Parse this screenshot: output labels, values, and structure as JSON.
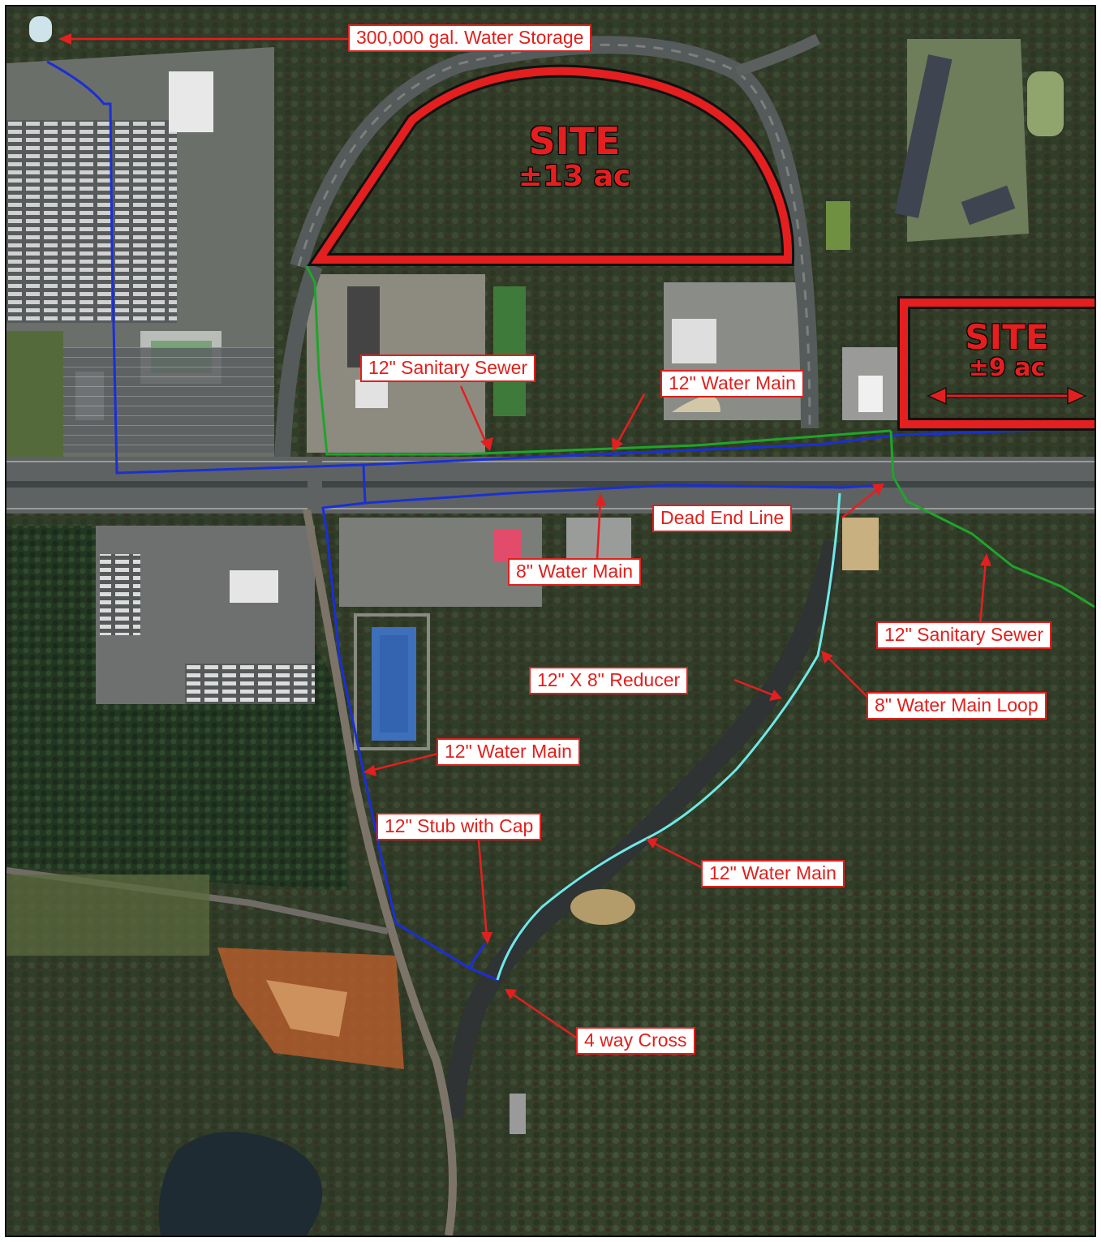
{
  "sites": [
    {
      "name": "SITE",
      "area": "±13 ac"
    },
    {
      "name": "SITE",
      "area": "±9 ac"
    }
  ],
  "callouts": {
    "water_storage": "300,000 gal. Water Storage",
    "sanitary_sewer_north": "12\" Sanitary Sewer",
    "water_main_north": "12\" Water Main",
    "dead_end_line": "Dead End Line",
    "water_main_8": "8\" Water Main",
    "sanitary_sewer_east": "12\" Sanitary Sewer",
    "reducer": "12\" X 8\" Reducer",
    "water_main_loop": "8\" Water Main Loop",
    "water_main_west": "12\" Water Main",
    "stub_with_cap": "12\" Stub with Cap",
    "water_main_south": "12\" Water Main",
    "four_way_cross": "4 way Cross"
  },
  "colors": {
    "site_outline": "#e41f1f",
    "callout_red": "#e0201c",
    "water_main_blue": "#1a2fd6",
    "sewer_green": "#1fa52a",
    "water_loop_cyan": "#6fe8e8"
  }
}
